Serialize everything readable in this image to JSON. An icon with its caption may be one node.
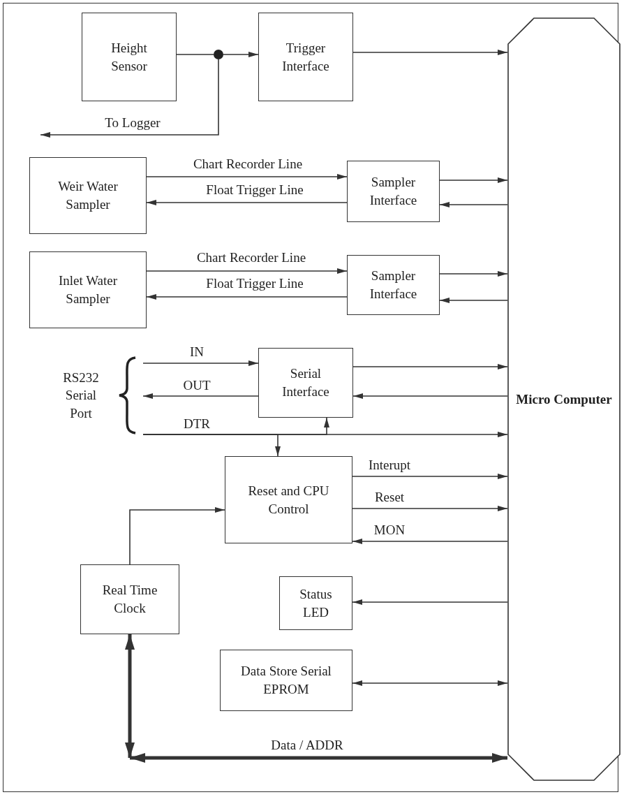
{
  "diagram": {
    "nodes": [
      {
        "text": [
          "Height Sensor"
        ]
      },
      {
        "text": [
          "Trigger Interface"
        ]
      },
      {
        "text": [
          "Micro Computer"
        ]
      },
      {
        "text": [
          "Weir Water Sampler"
        ]
      },
      {
        "text": [
          "Sampler Interface"
        ]
      },
      {
        "text": [
          "Inlet Water Sampler"
        ]
      },
      {
        "text": [
          "Sampler Interface"
        ]
      },
      {
        "text": [
          "Serial Interface"
        ]
      },
      {
        "text": [
          "RS232 Serial Port"
        ]
      },
      {
        "text": [
          "Reset and CPU Control"
        ]
      },
      {
        "text": [
          "Real Time Clock"
        ]
      },
      {
        "text": [
          "Status LED"
        ]
      },
      {
        "text": [
          "Data Store Serial EPROM"
        ]
      },
      {
        "text": [],
        "shape": "circle"
      }
    ],
    "edges": [
      {
        "from": 0,
        "to": 13,
        "arrow": "none"
      },
      {
        "from": 13,
        "to": 1,
        "arrow": "to"
      },
      {
        "from": 1,
        "to": 2,
        "arrow": "to"
      },
      {
        "from": 13,
        "to": null,
        "arrow": "to",
        "label": "To Logger"
      },
      {
        "from": 3,
        "to": 4,
        "arrow": "to",
        "label": "Chart Recorder Line"
      },
      {
        "from": 4,
        "to": 3,
        "arrow": "to",
        "label": "Float Trigger Line"
      },
      {
        "from": 4,
        "to": 2,
        "arrow": "to"
      },
      {
        "from": 2,
        "to": 4,
        "arrow": "to"
      },
      {
        "from": 5,
        "to": 6,
        "arrow": "to",
        "label": "Chart Recorder Line"
      },
      {
        "from": 6,
        "to": 5,
        "arrow": "to",
        "label": "Float Trigger Line"
      },
      {
        "from": 6,
        "to": 2,
        "arrow": "to"
      },
      {
        "from": 2,
        "to": 6,
        "arrow": "to"
      },
      {
        "from": 8,
        "to": 7,
        "arrow": "to",
        "label": "IN"
      },
      {
        "from": 7,
        "to": 8,
        "arrow": "to",
        "label": "OUT"
      },
      {
        "from": 7,
        "to": 2,
        "arrow": "to"
      },
      {
        "from": 2,
        "to": 7,
        "arrow": "to"
      },
      {
        "from": 8,
        "to": 2,
        "arrow": "to",
        "label": "DTR"
      },
      {
        "from": 8,
        "to": 9,
        "arrow": "to"
      },
      {
        "from": 8,
        "to": 7,
        "arrow": "to"
      },
      {
        "from": 9,
        "to": 2,
        "arrow": "to",
        "label": "Interupt"
      },
      {
        "from": 9,
        "to": 2,
        "arrow": "to",
        "label": "Reset"
      },
      {
        "from": 2,
        "to": 9,
        "arrow": "to",
        "label": "MON"
      },
      {
        "from": 10,
        "to": 9,
        "arrow": "to"
      },
      {
        "from": 2,
        "to": 11,
        "arrow": "to"
      },
      {
        "from": 12,
        "to": 2,
        "arrow": "both"
      },
      {
        "from": 10,
        "to": null,
        "arrow": "both",
        "style": "thick"
      },
      {
        "from": null,
        "to": 2,
        "arrow": "both",
        "style": "thick",
        "label": "Data / ADDR"
      }
    ]
  }
}
